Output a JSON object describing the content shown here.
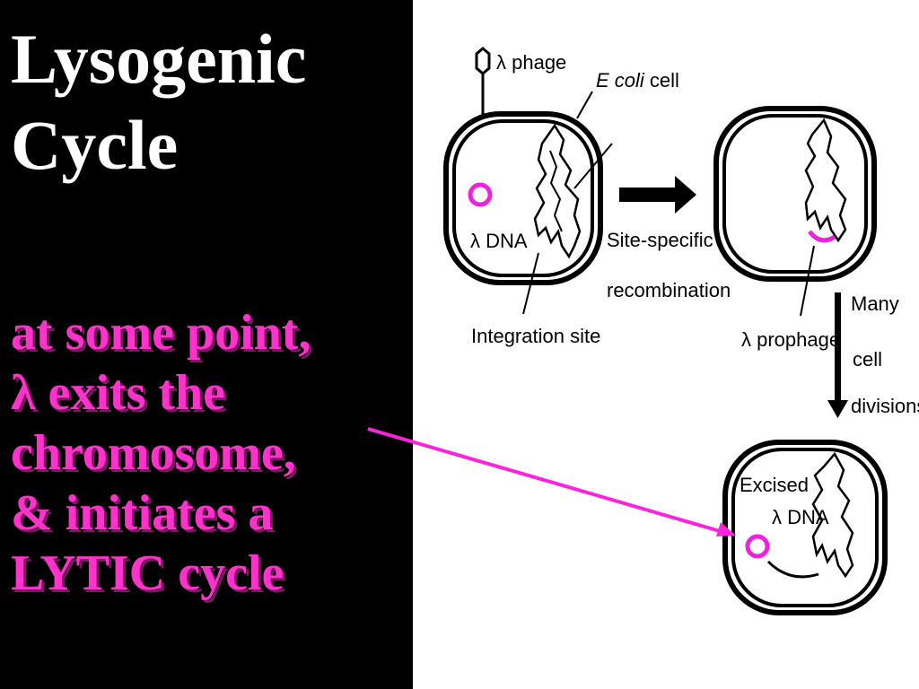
{
  "slide": {
    "title_lines": [
      "Lysogenic",
      "Cycle"
    ],
    "body_lines": [
      "at some point,",
      "λ exits the",
      "chromosome,",
      "& initiates a",
      "LYTIC cycle"
    ],
    "accent_color": "#ff33cc"
  },
  "diagram": {
    "phage_label": "λ phage",
    "ecoli_label_italic": "E coli",
    "ecoli_label_rest": "cell",
    "lambda_dna_label": "λ DNA",
    "integration_site_label": "Integration site",
    "step1_line1": "Site-specific",
    "step1_line2": "recombination",
    "prophage_label": "λ prophage",
    "step2_line1": "Many",
    "step2_line2": "cell",
    "step2_line3": "divisions",
    "excised_line1": "Excised",
    "excised_line2": "λ DNA"
  }
}
